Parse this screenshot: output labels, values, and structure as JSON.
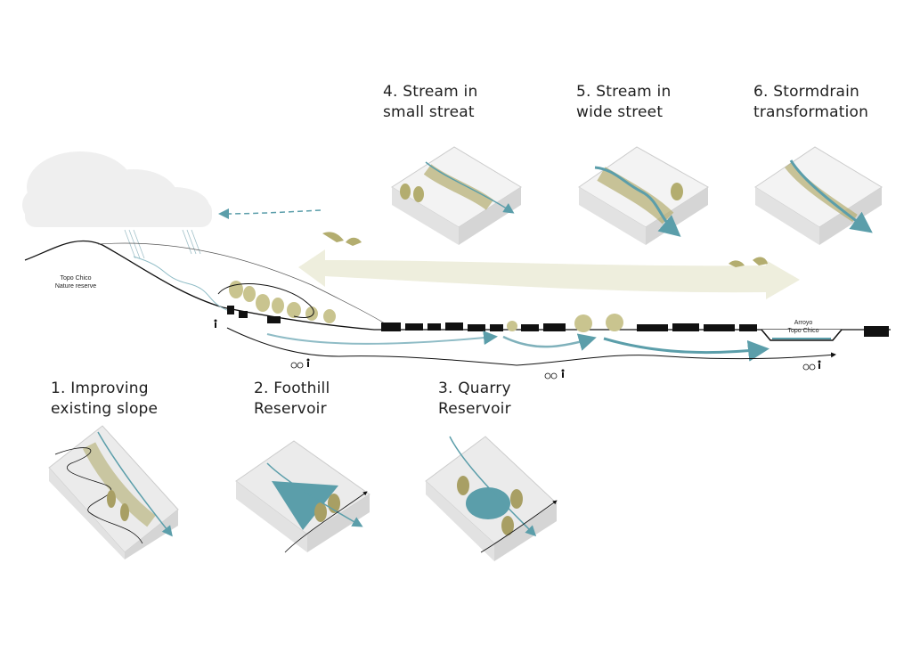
{
  "top_titles": [
    {
      "line1": "4. Stream in",
      "line2": "small streat"
    },
    {
      "line1": "5. Stream in",
      "line2": "wide street"
    },
    {
      "line1": "6. Stormdrain",
      "line2": "transformation"
    }
  ],
  "bottom_titles": [
    {
      "line1": "1. Improving",
      "line2": "existing slope"
    },
    {
      "line1": "2. Foothill",
      "line2": "Reservoir"
    },
    {
      "line1": "3. Quarry",
      "line2": "Reservoir"
    }
  ],
  "places": {
    "topo_chico_1": "Topo Chico",
    "topo_chico_2": "Nature reserve",
    "arroyo_1": "Arroyo",
    "arroyo_2": "Topo Chico"
  },
  "colors": {
    "water": "#5b9eaa",
    "vegetation": "#b3ad6f",
    "flow": "#eeeedd",
    "cloud": "#efefef",
    "ink": "#111111"
  },
  "icons": [
    "bicycle-icon",
    "pedestrian-icon",
    "bird-icon",
    "cloud-icon"
  ]
}
